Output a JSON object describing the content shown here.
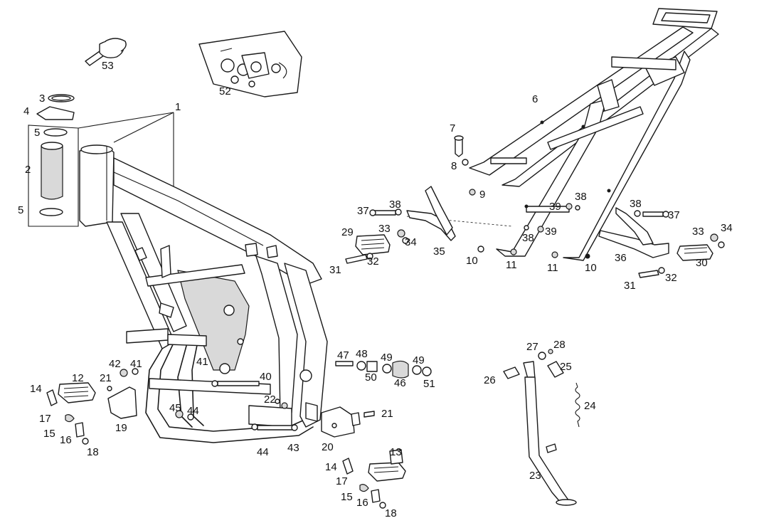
{
  "callouts": {
    "c1": "1",
    "c2": "2",
    "c3": "3",
    "c4": "4",
    "c5a": "5",
    "c5b": "5",
    "c6": "6",
    "c7": "7",
    "c8": "8",
    "c9": "9",
    "c10a": "10",
    "c10b": "10",
    "c11a": "11",
    "c11b": "11",
    "c12": "12",
    "c13": "13",
    "c14a": "14",
    "c14b": "14",
    "c15a": "15",
    "c15b": "15",
    "c16a": "16",
    "c16b": "16",
    "c17a": "17",
    "c17b": "17",
    "c18a": "18",
    "c18b": "18",
    "c19": "19",
    "c20": "20",
    "c21a": "21",
    "c21b": "21",
    "c22": "22",
    "c23": "23",
    "c24": "24",
    "c25": "25",
    "c26": "26",
    "c27": "27",
    "c28": "28",
    "c29": "29",
    "c30": "30",
    "c31a": "31",
    "c31b": "31",
    "c32a": "32",
    "c32b": "32",
    "c33a": "33",
    "c33b": "33",
    "c34a": "34",
    "c34b": "34",
    "c35": "35",
    "c36": "36",
    "c37a": "37",
    "c37b": "37",
    "c38a": "38",
    "c38b": "38",
    "c38c": "38",
    "c38d": "38",
    "c39a": "39",
    "c39b": "39",
    "c40": "40",
    "c41a": "41",
    "c41b": "41",
    "c42": "42",
    "c43": "43",
    "c44a": "44",
    "c44b": "44",
    "c45": "45",
    "c46": "46",
    "c47": "47",
    "c48": "48",
    "c49a": "49",
    "c49b": "49",
    "c50": "50",
    "c51": "51",
    "c52": "52",
    "c53": "53"
  }
}
